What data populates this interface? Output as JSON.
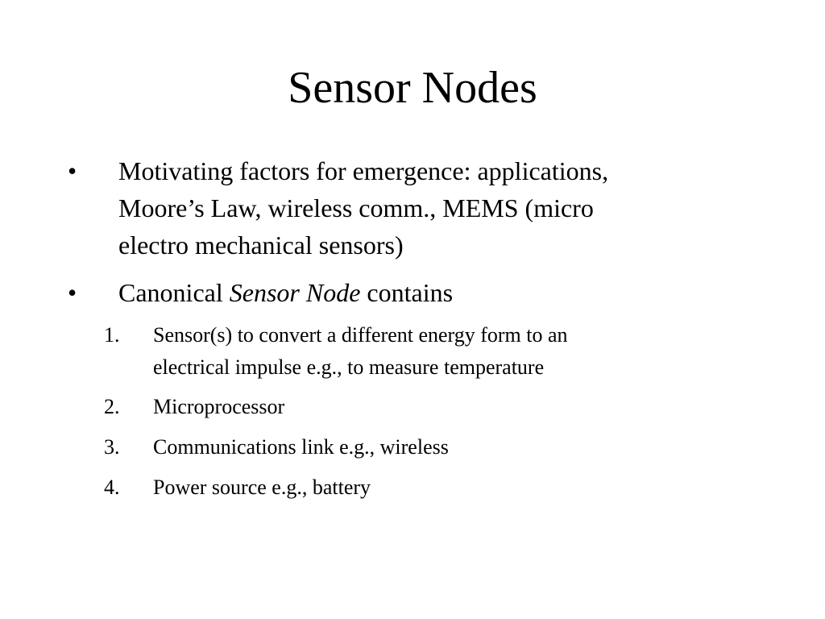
{
  "slide": {
    "title": "Sensor Nodes",
    "bullet_marker": "•",
    "bullets": [
      {
        "lines": [
          "Motivating factors for emergence: applications,",
          "Moore’s Law, wireless comm., MEMS (micro",
          "electro mechanical sensors)"
        ]
      },
      {
        "prefix": "Canonical ",
        "emphasis": "Sensor Node",
        "suffix": " contains"
      }
    ],
    "numbered_items": [
      {
        "number": "1.",
        "lines": [
          "Sensor(s) to convert a different energy form to an",
          "electrical impulse  e.g., to measure temperature"
        ]
      },
      {
        "number": "2.",
        "lines": [
          "Microprocessor"
        ]
      },
      {
        "number": "3.",
        "lines": [
          "Communications link e.g., wireless"
        ]
      },
      {
        "number": "4.",
        "lines": [
          "Power source e.g., battery"
        ]
      }
    ]
  }
}
